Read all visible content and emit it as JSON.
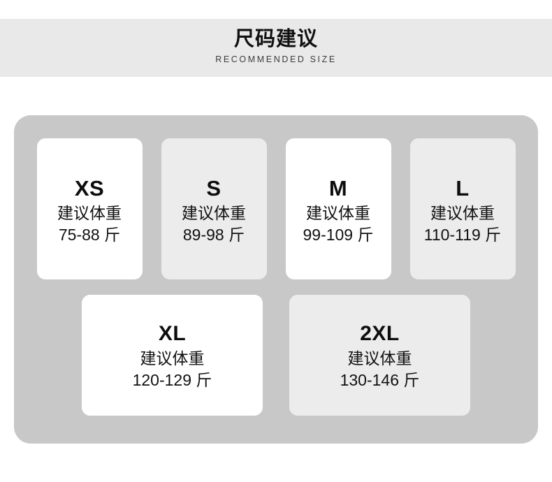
{
  "header": {
    "title": "尺码建议",
    "subtitle": "RECOMMENDED SIZE"
  },
  "panel": {
    "background_color": "#c8c8c8",
    "card_white_color": "#ffffff",
    "card_gray_color": "#ececec"
  },
  "size_chart": {
    "weight_unit": "斤",
    "rows": [
      {
        "cards": [
          {
            "size": "XS",
            "weight_caption": "建议体重",
            "weight_range": "75-88 斤",
            "tone": "tone-white"
          },
          {
            "size": "S",
            "weight_caption": "建议体重",
            "weight_range": "89-98 斤",
            "tone": "tone-gray"
          },
          {
            "size": "M",
            "weight_caption": "建议体重",
            "weight_range": "99-109 斤",
            "tone": "tone-white"
          },
          {
            "size": "L",
            "weight_caption": "建议体重",
            "weight_range": "110-119 斤",
            "tone": "tone-gray"
          }
        ]
      },
      {
        "cards": [
          {
            "size": "XL",
            "weight_caption": "建议体重",
            "weight_range": "120-129 斤",
            "tone": "tone-white"
          },
          {
            "size": "2XL",
            "weight_caption": "建议体重",
            "weight_range": "130-146 斤",
            "tone": "tone-gray"
          }
        ]
      }
    ]
  }
}
